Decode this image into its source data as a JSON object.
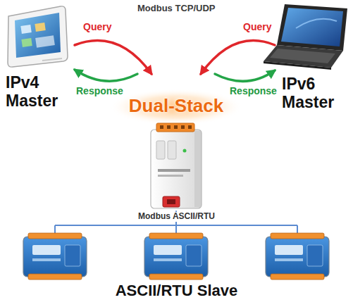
{
  "diagram": {
    "nodes": [
      {
        "text": [
          "IPv4 Master"
        ]
      },
      {
        "text": [
          "IPv6 Master"
        ]
      },
      {
        "text": [
          "Dual-Stack"
        ]
      },
      {
        "text": [
          "ASCII/RTU Slave"
        ]
      }
    ],
    "edges": [
      {
        "from": 0,
        "to": 2,
        "label": "Query",
        "arrow": "to"
      },
      {
        "from": 2,
        "to": 0,
        "label": "Response",
        "arrow": "to"
      },
      {
        "from": 1,
        "to": 2,
        "label": "Query",
        "arrow": "to"
      },
      {
        "from": 2,
        "to": 1,
        "label": "Response",
        "arrow": "to"
      },
      {
        "from": 2,
        "to": 3,
        "label": "Modbus ASCII/RTU",
        "arrow": "none"
      }
    ],
    "labels": [
      "Modbus TCP/UDP"
    ]
  }
}
